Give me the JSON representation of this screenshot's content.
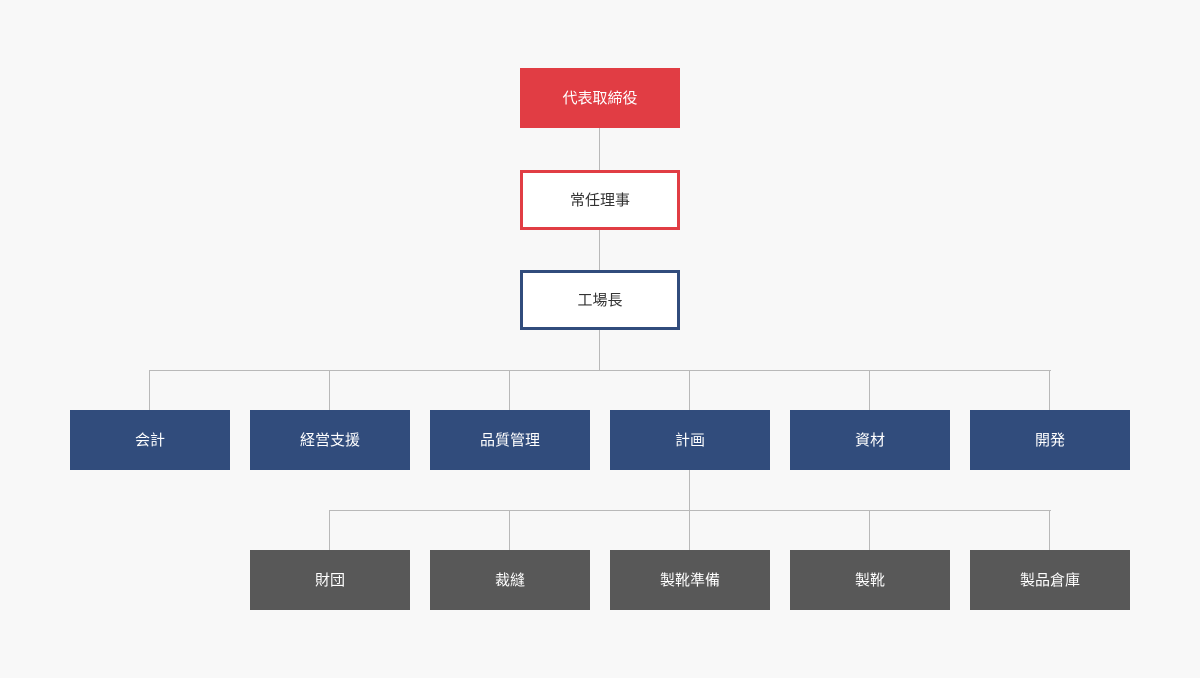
{
  "org_chart": {
    "ceo": "代表取締役",
    "managing_director": "常任理事",
    "factory_manager": "工場長",
    "departments": [
      "会計",
      "経営支援",
      "品質管理",
      "計画",
      "資材",
      "開発"
    ],
    "planning_subunits": [
      "財団",
      "裁縫",
      "製靴準備",
      "製靴",
      "製品倉庫"
    ]
  },
  "colors": {
    "background": "#f8f8f8",
    "red": "#e13d44",
    "navy": "#314c7c",
    "gray": "#585858",
    "connector": "#b9b9b9"
  }
}
